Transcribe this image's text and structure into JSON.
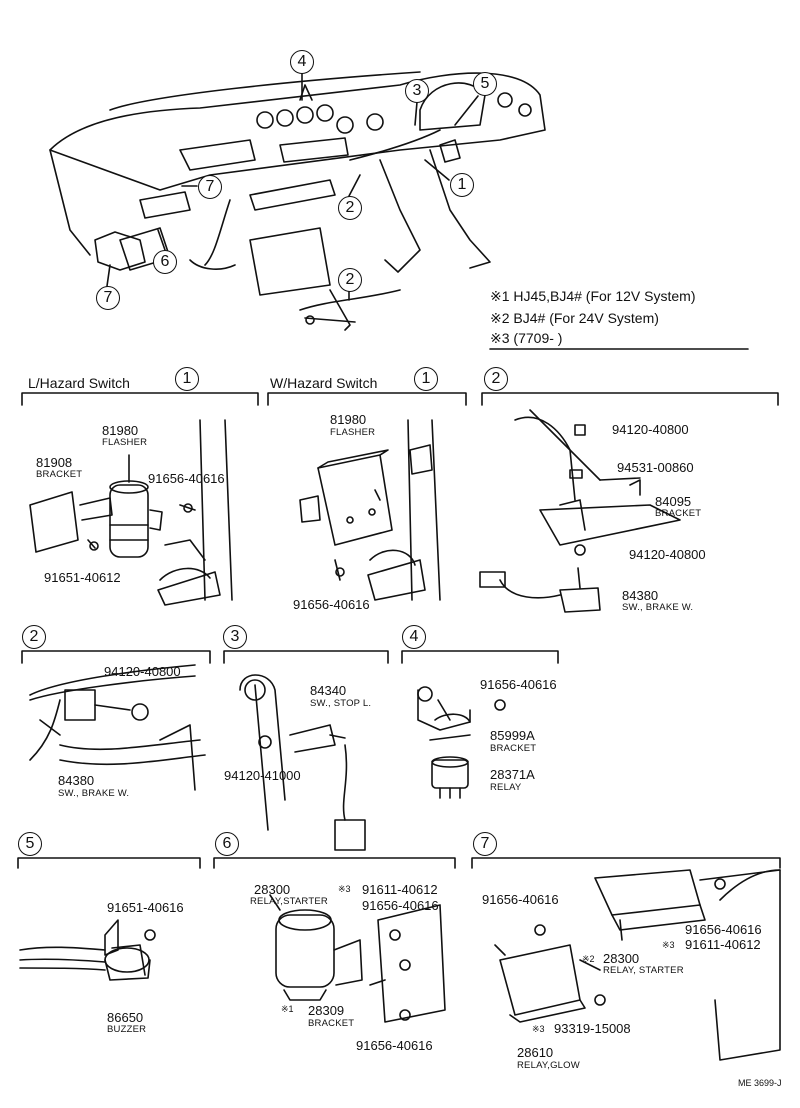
{
  "notes": [
    {
      "mark": "※1",
      "text": "HJ45,BJ4# (For 12V System)"
    },
    {
      "mark": "※2",
      "text": "BJ4# (For 24V System)"
    },
    {
      "mark": "※3",
      "text": "(7709-           )"
    }
  ],
  "callouts": [
    "1",
    "2",
    "3",
    "4",
    "5",
    "6",
    "7"
  ],
  "sections": {
    "s1a": {
      "title": "L/Hazard Switch",
      "num": "1"
    },
    "s1b": {
      "title": "W/Hazard Switch",
      "num": "1"
    },
    "s2a": {
      "num": "2"
    },
    "s2b": {
      "num": "2"
    },
    "s3": {
      "num": "3"
    },
    "s4": {
      "num": "4"
    },
    "s5": {
      "num": "5"
    },
    "s6": {
      "num": "6"
    },
    "s7": {
      "num": "7"
    }
  },
  "parts": {
    "p81980a": {
      "num": "81980",
      "name": "FLASHER"
    },
    "p81908": {
      "num": "81908",
      "name": "BRACKET"
    },
    "p91656a": {
      "num": "91656-40616"
    },
    "p91651a": {
      "num": "91651-40612"
    },
    "p81980b": {
      "num": "81980",
      "name": "FLASHER"
    },
    "p91656b": {
      "num": "91656-40616"
    },
    "p94120a": {
      "num": "94120-40800"
    },
    "p94531": {
      "num": "94531-00860"
    },
    "p84095": {
      "num": "84095",
      "name": "BRACKET"
    },
    "p94120b": {
      "num": "94120-40800"
    },
    "p84380a": {
      "num": "84380",
      "name": "SW., BRAKE W."
    },
    "p94120c": {
      "num": "94120-40800"
    },
    "p84380b": {
      "num": "84380",
      "name": "SW., BRAKE W."
    },
    "p84340": {
      "num": "84340",
      "name": "SW., STOP L."
    },
    "p94120d": {
      "num": "94120-41000"
    },
    "p91656c": {
      "num": "91656-40616"
    },
    "p85999": {
      "num": "85999A",
      "name": "BRACKET"
    },
    "p28371": {
      "num": "28371A",
      "name": "RELAY"
    },
    "p91651b": {
      "num": "91651-40616"
    },
    "p86650": {
      "num": "86650",
      "name": "BUZZER"
    },
    "p28300a": {
      "num": "28300",
      "name": "RELAY,STARTER",
      "mark": "※3"
    },
    "p91611a": {
      "num": "91611-40612"
    },
    "p91656d": {
      "num": "91656-40616"
    },
    "p28309": {
      "num": "28309",
      "name": "BRACKET",
      "mark": "※1"
    },
    "p91656e": {
      "num": "91656-40616"
    },
    "p91656f": {
      "num": "91656-40616"
    },
    "p28300b": {
      "num": "28300",
      "name": "RELAY, STARTER",
      "mark": "※2"
    },
    "p91611b": {
      "num": "91611-40612",
      "mark": "※3"
    },
    "p93319": {
      "num": "93319-15008",
      "mark": "※3"
    },
    "p28610": {
      "num": "28610",
      "name": "RELAY,GLOW"
    }
  },
  "footer_code": "ME  3699-J"
}
